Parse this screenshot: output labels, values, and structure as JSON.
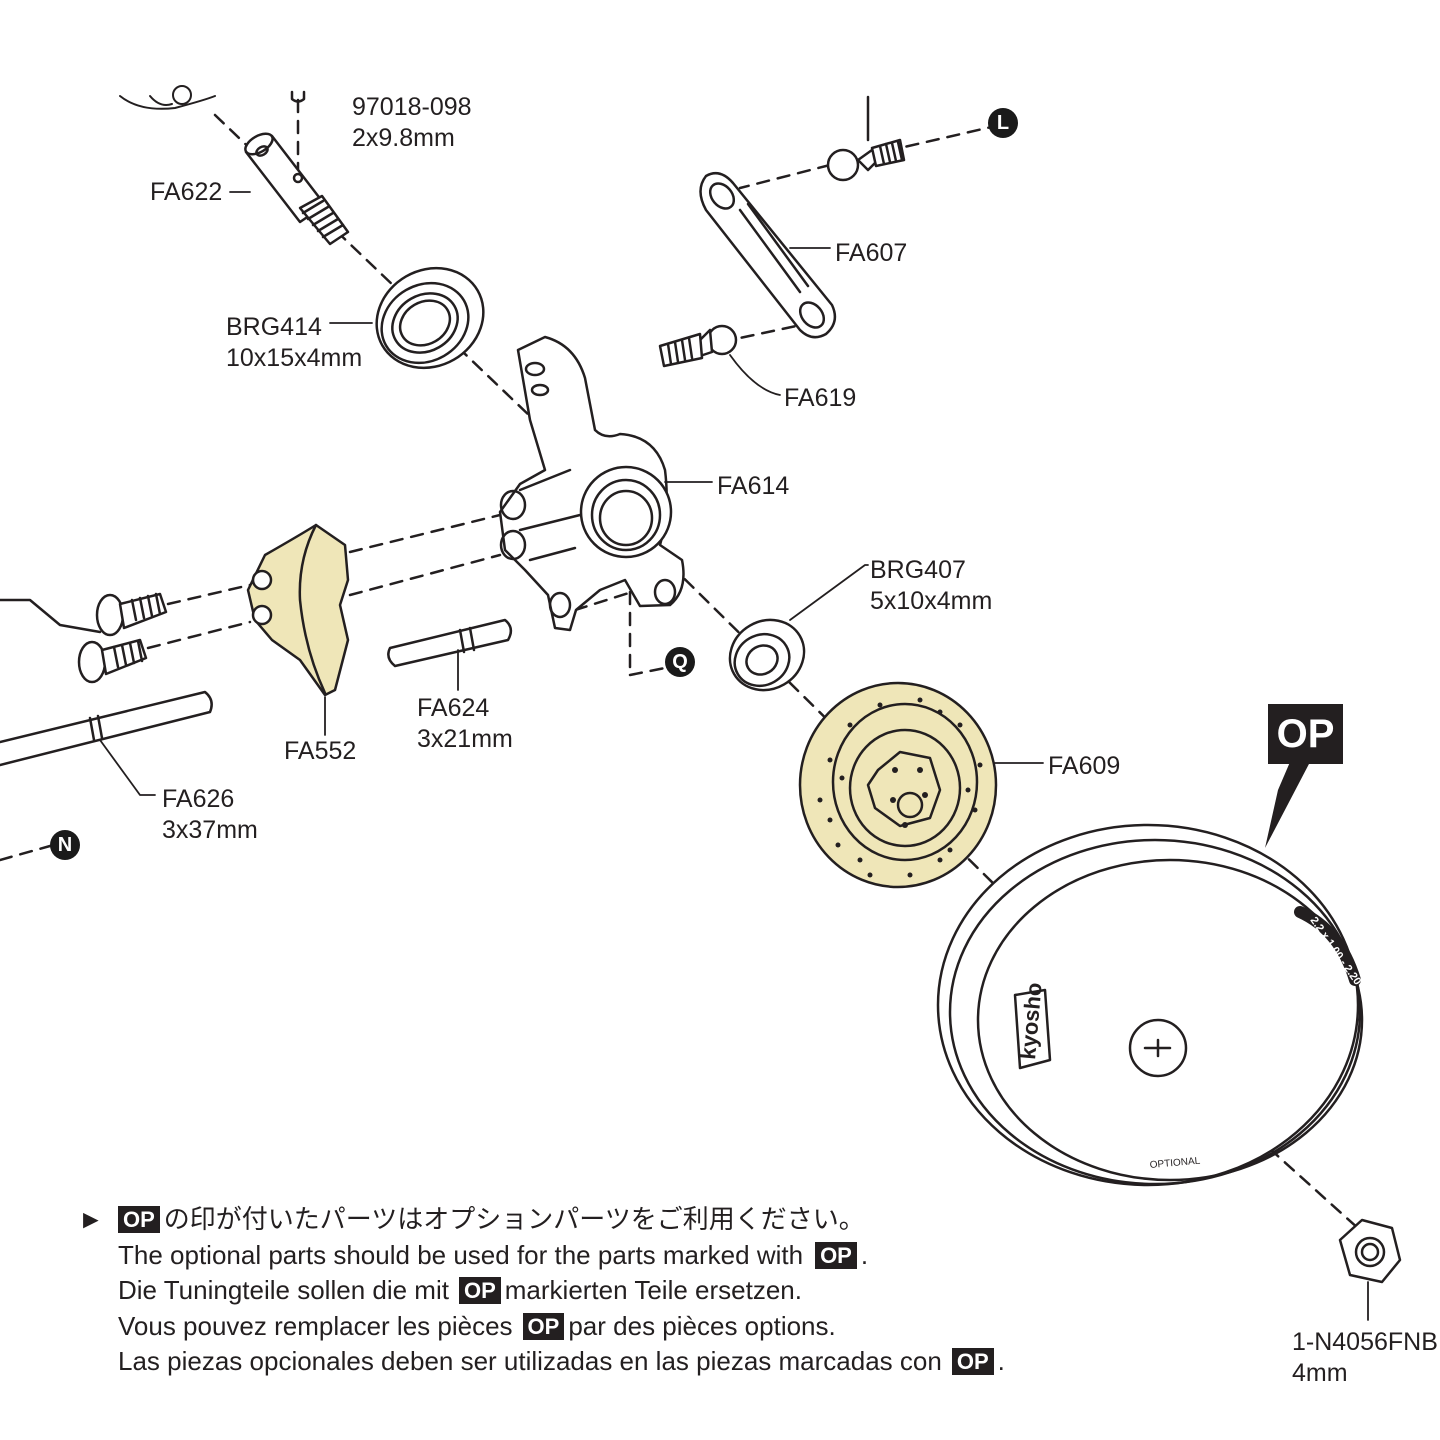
{
  "labels": {
    "screw_97018": [
      "97018-098",
      "2x9.8mm"
    ],
    "fa622": "FA622",
    "fa607": "FA607",
    "brg414": [
      "BRG414",
      "10x15x4mm"
    ],
    "fa619": "FA619",
    "fa614": "FA614",
    "brg407": [
      "BRG407",
      "5x10x4mm"
    ],
    "fa624": [
      "FA624",
      "3x21mm"
    ],
    "fa552": "FA552",
    "fa609": "FA609",
    "fa626": [
      "FA626",
      "3x37mm"
    ],
    "nut": [
      "1-N4056FNB",
      "4mm"
    ]
  },
  "markers": {
    "L": "L",
    "Q": "Q",
    "N": "N"
  },
  "op_badge": "OP",
  "tire": {
    "brand": "kyosho",
    "sidewall_size": "2.2 x 1.00 - 2.20",
    "sidewall_text": "OPTIONAL"
  },
  "notes": {
    "arrow": "►",
    "op": "OP",
    "ja": {
      "after": "の印が付いたパーツはオプションパーツをご利用ください。"
    },
    "en": {
      "before": "The optional parts should be used for the parts marked with",
      "after": "."
    },
    "de": {
      "before": "Die Tuningteile sollen die mit",
      "after": "markierten Teile ersetzen."
    },
    "fr": {
      "before": "Vous pouvez remplacer les pièces",
      "after": "par des pièces options."
    },
    "es": {
      "before": "Las piezas opcionales deben ser utilizadas en las piezas marcadas con",
      "after": "."
    }
  },
  "colors": {
    "highlight": "#efe6b8",
    "ink": "#231f20"
  }
}
